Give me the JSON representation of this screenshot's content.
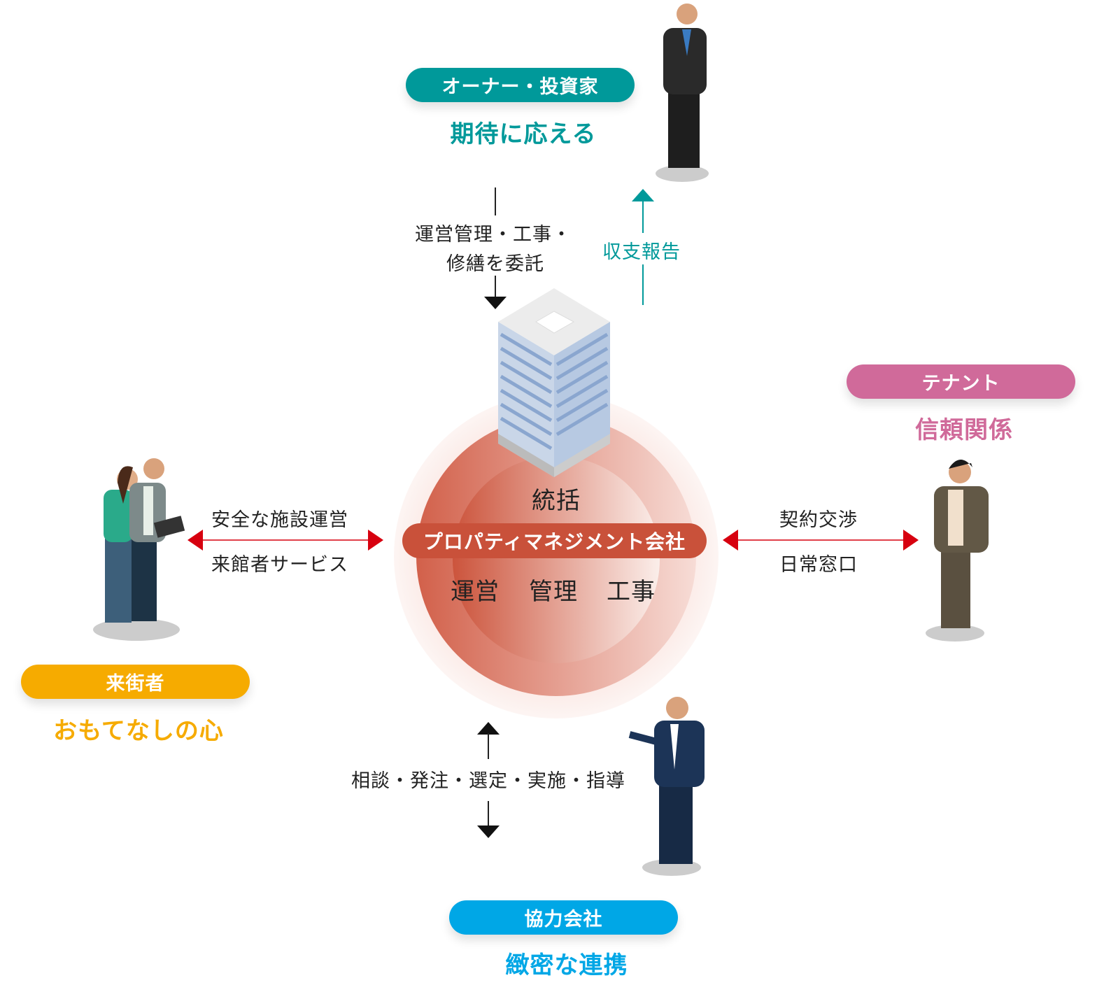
{
  "stakeholders": {
    "owner": {
      "label": "オーナー・投資家",
      "tagline": "期待に応える",
      "color": "#00999a"
    },
    "tenant": {
      "label": "テナント",
      "tagline": "信頼関係",
      "color": "#d06a9a"
    },
    "visitor": {
      "label": "来街者",
      "tagline": "おもてなしの心",
      "color": "#f6ab00"
    },
    "partner": {
      "label": "協力会社",
      "tagline": "緻密な連携",
      "color": "#00a7e6"
    }
  },
  "center": {
    "top": "統括",
    "company": "プロパティマネジメント会社",
    "services": [
      "運営",
      "管理",
      "工事"
    ],
    "color": "#c9513a"
  },
  "flows": {
    "owner_down": [
      "運営管理・工事・",
      "修繕を委託"
    ],
    "owner_up": "収支報告",
    "visitor": [
      "安全な施設運営",
      "来館者サービス"
    ],
    "tenant": [
      "契約交渉",
      "日常窓口"
    ],
    "partner": "相談・発注・選定・実施・指導"
  },
  "arrow_red": "#d7000f"
}
